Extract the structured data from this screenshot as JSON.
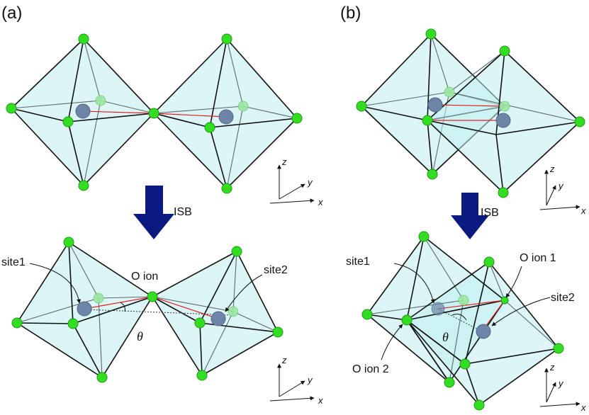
{
  "panels": [
    {
      "label": "(a)",
      "arrow_label": "ISB",
      "site1": "site1",
      "site2": "site2",
      "o_ion": "O ion",
      "theta": "θ"
    },
    {
      "label": "(b)",
      "arrow_label": "ISB",
      "site1": "site1",
      "site2": "site2",
      "o_ion_1": "O ion 1",
      "o_ion_2": "O ion 2",
      "theta": "θ"
    }
  ],
  "axes": {
    "x": "x",
    "y": "y",
    "z": "z"
  },
  "colors": {
    "octahedron": "#bfeff0",
    "oxygen": "#33dd22",
    "metal": "#6d86a8",
    "bond": "#e02020",
    "arrow": "#0a1a80"
  }
}
